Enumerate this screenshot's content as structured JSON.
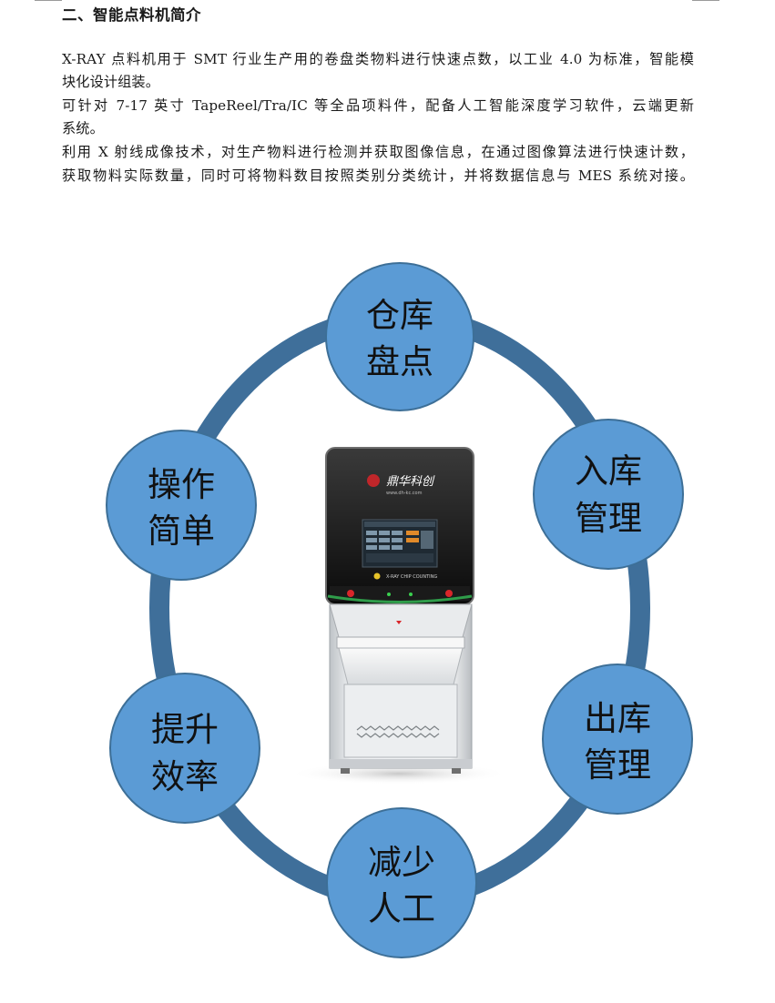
{
  "heading": "二、智能点料机简介",
  "paragraphs": [
    "X-RAY 点料机用于 SMT 行业生产用的卷盘类物料进行快速点数，以工业 4.0 为标准，智能模",
    "块化设计组装。",
    "可针对 7-17 英寸 TapeReel/Tra/IC 等全品项料件，配备人工智能深度学习软件，云端更新",
    "系统。",
    "利用 X 射线成像技术，对生产物料进行检测并获取图像信息，在通过图像算法进行快速计数，",
    "获取物料实际数量，同时可将物料数目按照类别分类统计，并将数据信息与 MES 系统对接。"
  ],
  "colors": {
    "ring": "#3f6f9a",
    "bubble_fill": "#5b9bd5",
    "bubble_stroke": "#3d6f97"
  },
  "nodes": [
    {
      "line1": "仓库",
      "line2": "盘点"
    },
    {
      "line1": "入库",
      "line2": "管理"
    },
    {
      "line1": "出库",
      "line2": "管理"
    },
    {
      "line1": "减少",
      "line2": "人工"
    },
    {
      "line1": "提升",
      "line2": "效率"
    },
    {
      "line1": "操作",
      "line2": "简单"
    }
  ],
  "machine": {
    "brand": "鼎华科创",
    "website": "www.dh-kc.com",
    "screen_label": "X-RAY CHIP COUNTING"
  }
}
